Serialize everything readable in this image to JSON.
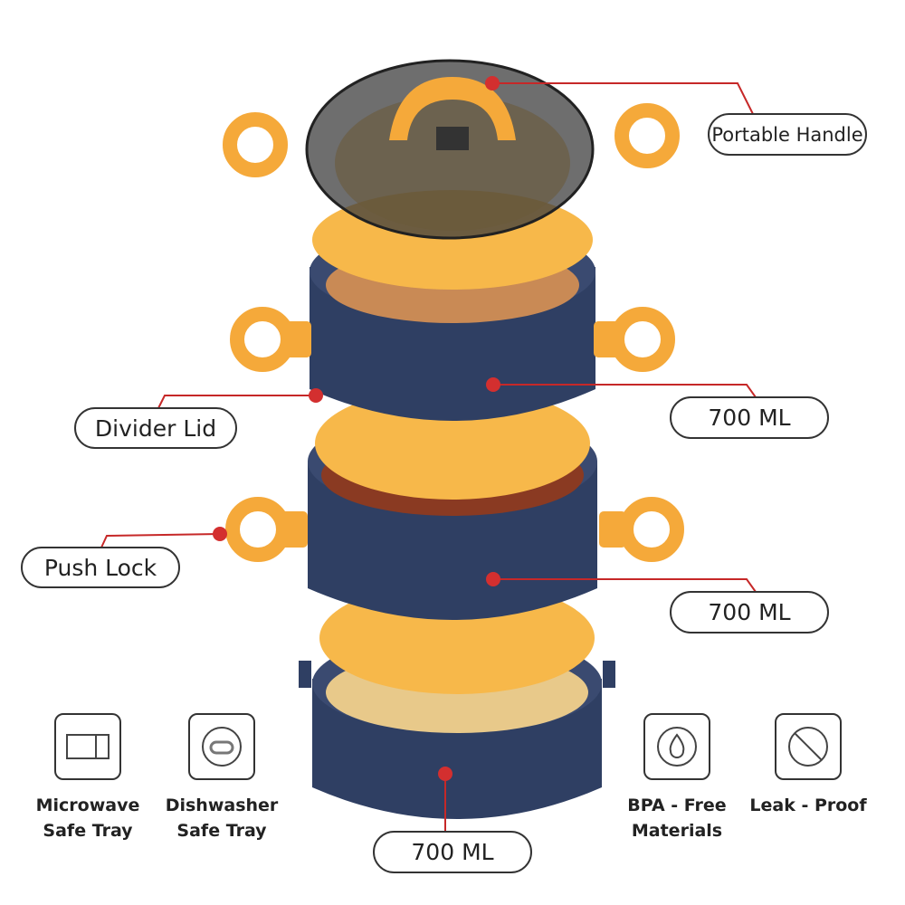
{
  "callouts": {
    "portable_handle": "Portable Handle",
    "divider_lid": "Divider Lid",
    "push_lock": "Push Lock",
    "capacity_top": "700 ML",
    "capacity_middle": "700 ML",
    "capacity_bottom": "700 ML"
  },
  "features": [
    {
      "icon": "microwave-icon",
      "line1": "Microwave",
      "line2": "Safe Tray"
    },
    {
      "icon": "dishwasher-icon",
      "line1": "Dishwasher",
      "line2": "Safe Tray"
    },
    {
      "icon": "droplet-icon",
      "line1": "BPA - Free",
      "line2": "Materials"
    },
    {
      "icon": "no-leak-icon",
      "line1": "Leak - Proof",
      "line2": ""
    }
  ],
  "colors": {
    "accent": "#d32f2f",
    "container": "#2f3f63",
    "lid": "#f7b84a",
    "handle": "#f5a93a"
  }
}
